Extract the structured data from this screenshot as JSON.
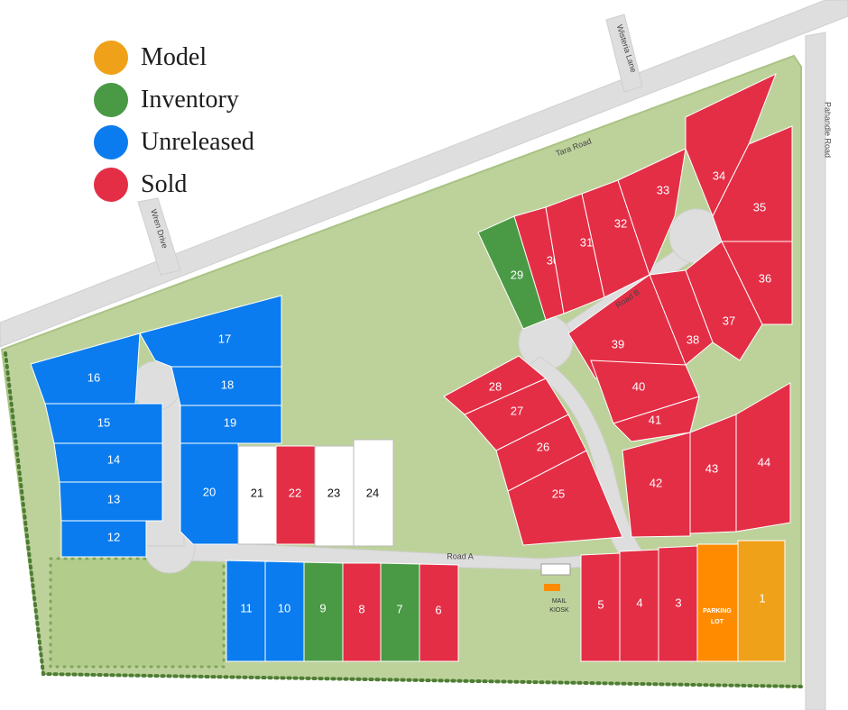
{
  "legend": [
    {
      "label": "Model",
      "color": "#F0A11A"
    },
    {
      "label": "Inventory",
      "color": "#4A9A45"
    },
    {
      "label": "Unreleased",
      "color": "#0A7CEF"
    },
    {
      "label": "Sold",
      "color": "#E42E46"
    }
  ],
  "colors": {
    "model": "#F0A11A",
    "inventory": "#4A9A45",
    "unreleased": "#0A7CEF",
    "sold": "#E42E46",
    "available": "#FFFFFF",
    "parking": "#FF8C00",
    "green_space": "#BDD29A",
    "road": "#DEDEDE"
  },
  "roads": {
    "tara_road": "Tara Road",
    "wisteria_lane": "Wisteria Lane",
    "wren_drive": "Wren Drive",
    "pahandle_road": "Pahandle Road",
    "road_a": "Road A",
    "road_b": "Road B"
  },
  "amenities": {
    "mail_kiosk_line1": "MAIL",
    "mail_kiosk_line2": "KIOSK",
    "parking_line1": "PARKING",
    "parking_line2": "LOT"
  },
  "lots": [
    {
      "n": "1",
      "status": "model"
    },
    {
      "n": "3",
      "status": "sold"
    },
    {
      "n": "4",
      "status": "sold"
    },
    {
      "n": "5",
      "status": "sold"
    },
    {
      "n": "6",
      "status": "sold"
    },
    {
      "n": "7",
      "status": "inventory"
    },
    {
      "n": "8",
      "status": "sold"
    },
    {
      "n": "9",
      "status": "inventory"
    },
    {
      "n": "10",
      "status": "unreleased"
    },
    {
      "n": "11",
      "status": "unreleased"
    },
    {
      "n": "12",
      "status": "unreleased"
    },
    {
      "n": "13",
      "status": "unreleased"
    },
    {
      "n": "14",
      "status": "unreleased"
    },
    {
      "n": "15",
      "status": "unreleased"
    },
    {
      "n": "16",
      "status": "unreleased"
    },
    {
      "n": "17",
      "status": "unreleased"
    },
    {
      "n": "18",
      "status": "unreleased"
    },
    {
      "n": "19",
      "status": "unreleased"
    },
    {
      "n": "20",
      "status": "unreleased"
    },
    {
      "n": "21",
      "status": "available"
    },
    {
      "n": "22",
      "status": "sold"
    },
    {
      "n": "23",
      "status": "available"
    },
    {
      "n": "24",
      "status": "available"
    },
    {
      "n": "25",
      "status": "sold"
    },
    {
      "n": "26",
      "status": "sold"
    },
    {
      "n": "27",
      "status": "sold"
    },
    {
      "n": "28",
      "status": "sold"
    },
    {
      "n": "29",
      "status": "inventory"
    },
    {
      "n": "30",
      "status": "sold"
    },
    {
      "n": "31",
      "status": "sold"
    },
    {
      "n": "32",
      "status": "sold"
    },
    {
      "n": "33",
      "status": "sold"
    },
    {
      "n": "34",
      "status": "sold"
    },
    {
      "n": "35",
      "status": "sold"
    },
    {
      "n": "36",
      "status": "sold"
    },
    {
      "n": "37",
      "status": "sold"
    },
    {
      "n": "38",
      "status": "sold"
    },
    {
      "n": "39",
      "status": "sold"
    },
    {
      "n": "40",
      "status": "sold"
    },
    {
      "n": "41",
      "status": "sold"
    },
    {
      "n": "42",
      "status": "sold"
    },
    {
      "n": "43",
      "status": "sold"
    },
    {
      "n": "44",
      "status": "sold"
    }
  ]
}
